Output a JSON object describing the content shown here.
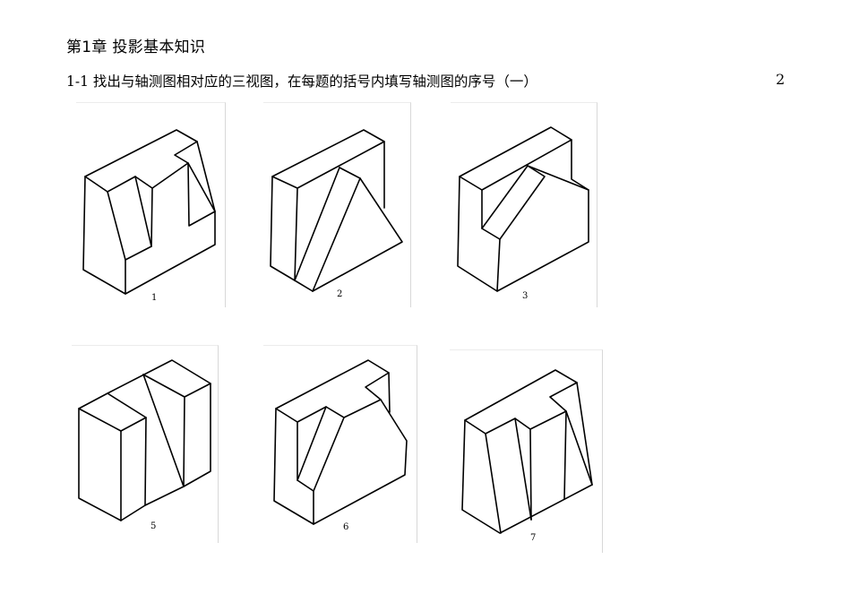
{
  "header": {
    "chapter_title": "第1章  投影基本知识",
    "question": "1-1  找出与轴测图相对应的三视图，在每题的括号内填写轴测图的序号（一）",
    "page_number": "2"
  },
  "figures": [
    {
      "label": "1",
      "description": "isometric drawing of block with slanted notch and stepped cut"
    },
    {
      "label": "2",
      "description": "isometric drawing of slab with triangular wedge"
    },
    {
      "label": "3",
      "description": "isometric drawing of block with inclined groove and chamfered top"
    },
    {
      "label": "5",
      "description": "isometric drawing of block split by slanted slot"
    },
    {
      "label": "6",
      "description": "isometric drawing of block with inclined groove, step and chamfer"
    },
    {
      "label": "7",
      "description": "isometric drawing of tapered block with V slot and step"
    }
  ]
}
